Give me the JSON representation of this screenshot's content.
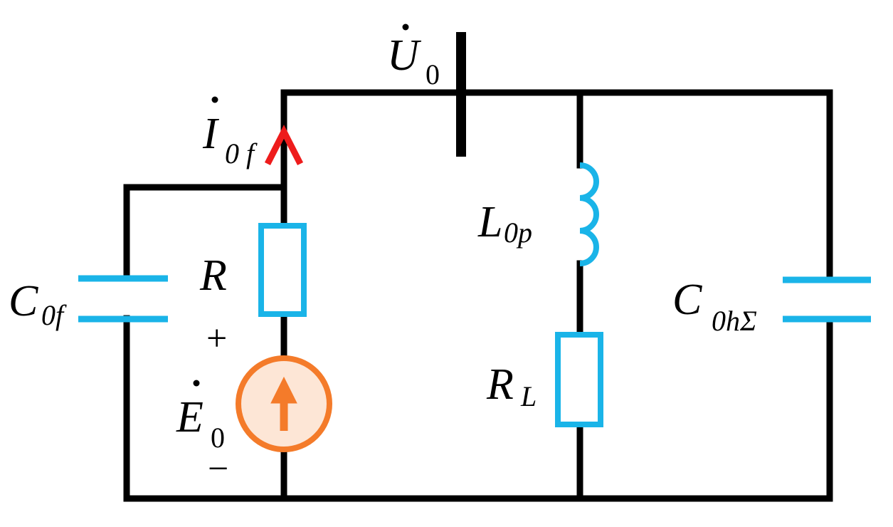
{
  "diagram": {
    "labels": {
      "voltage": {
        "main": "U",
        "sub": "0"
      },
      "current": {
        "main": "I",
        "sub": "0 f"
      },
      "source": {
        "main": "E",
        "sub": "0"
      },
      "resistor_r": {
        "main": "R"
      },
      "resistor_rl": {
        "main": "R",
        "sub": "L"
      },
      "inductor": {
        "main": "L",
        "sub": "0p"
      },
      "capacitor_left": {
        "main": "C",
        "sub": "0f"
      },
      "capacitor_right": {
        "main": "C",
        "sub": "0hΣ"
      },
      "plus_sign": "+",
      "minus_sign": "−"
    },
    "colors": {
      "wire": "#000000",
      "component": "#1ab4e8",
      "source": "#f47b2a",
      "source_fill": "#fde6d6",
      "current_arrow": "#ee1c1c"
    }
  }
}
